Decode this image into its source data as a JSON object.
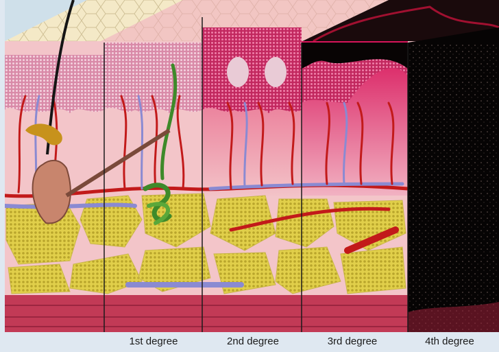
{
  "figure": {
    "labels": {
      "first": "1st degree",
      "second": "2nd degree",
      "third": "3rd degree",
      "fourth": "4th degree"
    },
    "colors": {
      "background": "#dfe8f1",
      "epidermis": "#e8b7c8",
      "dermis": "#f3c5c9",
      "fat": "#d9c63f",
      "muscle": "#c23a56",
      "vessel_artery": "#c21a1a",
      "vessel_vein": "#8a8ad2",
      "char": "#080606"
    }
  }
}
